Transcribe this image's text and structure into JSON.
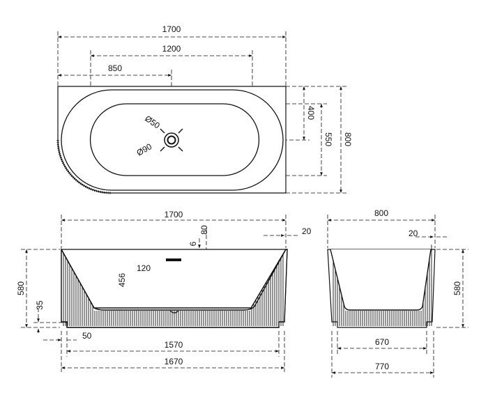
{
  "colors": {
    "ink": "#111111",
    "fill": "#ffffff"
  },
  "top_view": {
    "dim_total_length": "1700",
    "dim_basin_length": "1200",
    "dim_drain_offset": "850",
    "dim_drain_small_diameter": "Ø50",
    "dim_drain_large_diameter": "Ø90",
    "dim_drain_from_back": "400",
    "dim_basin_width": "550",
    "dim_total_width": "800",
    "drain_icon": "drain-icon"
  },
  "front_view": {
    "dim_top_length": "1700",
    "dim_rim_offset": "20",
    "dim_rim_thickness": "6",
    "dim_overflow_height": "80",
    "dim_overflow_offset": "120",
    "dim_depth": "456",
    "dim_height": "580",
    "dim_plinth_height": "35",
    "dim_plinth_inset": "50",
    "dim_base_inner": "1570",
    "dim_base_outer": "1670"
  },
  "side_view": {
    "dim_top_width": "800",
    "dim_rim_offset": "20",
    "dim_height": "580",
    "dim_base_inner": "670",
    "dim_base_outer": "770"
  }
}
